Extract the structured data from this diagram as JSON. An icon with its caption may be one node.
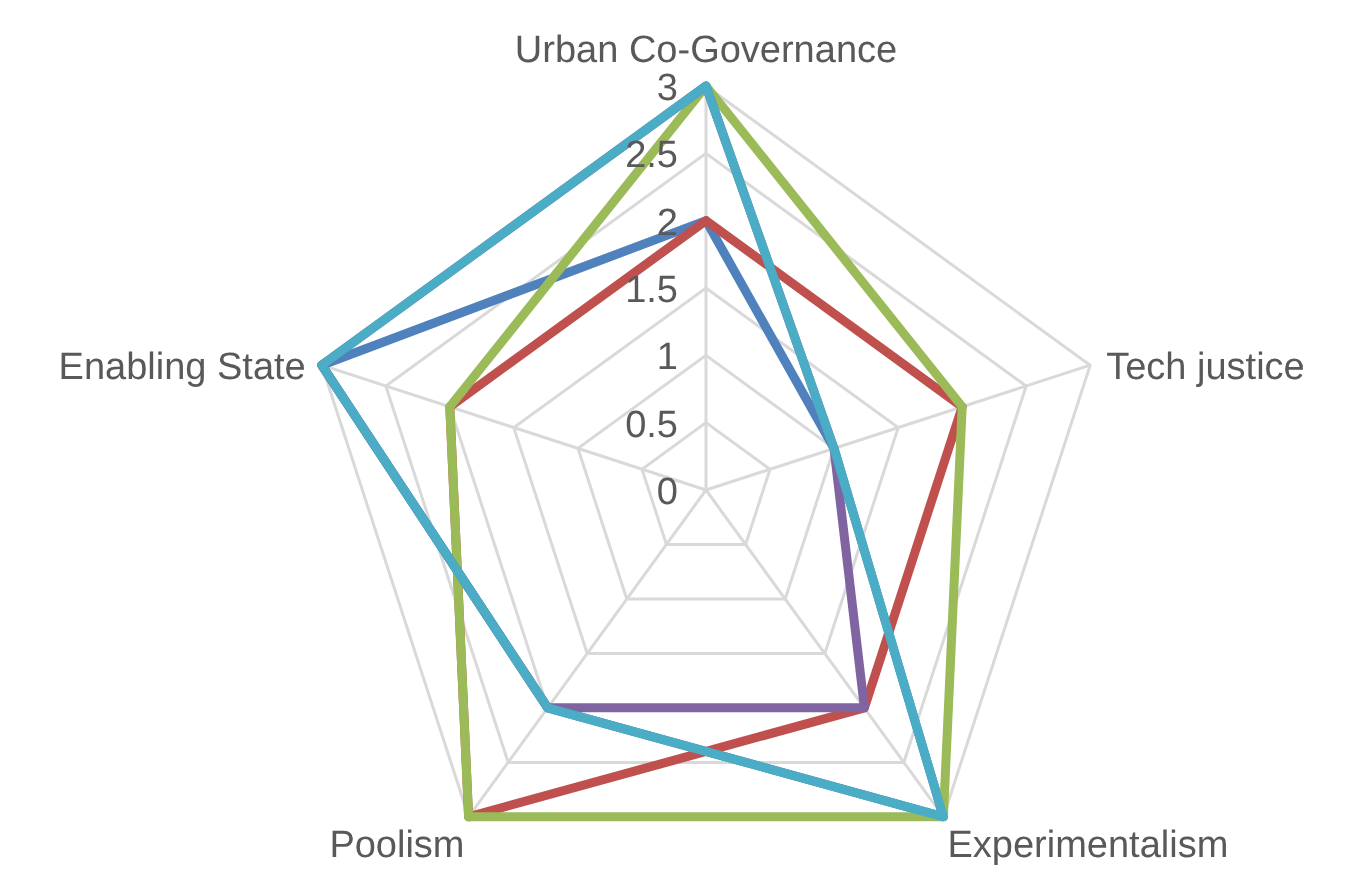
{
  "diagram": {
    "chart_data": {
      "type": "radar",
      "categories": [
        "Urban Co-Governance",
        "Tech justice",
        "Experimentalism",
        "Poolism",
        "Enabling State"
      ],
      "ylim": [
        0,
        3
      ],
      "yticks": [
        0,
        0.5,
        1,
        1.5,
        2,
        2.5,
        3
      ],
      "series": [
        {
          "color": "#4f81bd",
          "values": [
            2,
            1,
            3,
            2,
            3
          ]
        },
        {
          "color": "#c0504d",
          "values": [
            2,
            2,
            2,
            3,
            2
          ]
        },
        {
          "color": "#9bbb59",
          "values": [
            3,
            2,
            3,
            3,
            2
          ]
        },
        {
          "color": "#8064a2",
          "values": [
            3,
            1,
            2,
            2,
            3
          ]
        },
        {
          "color": "#4bacc6",
          "values": [
            3,
            1,
            3,
            2,
            3
          ]
        }
      ]
    }
  }
}
